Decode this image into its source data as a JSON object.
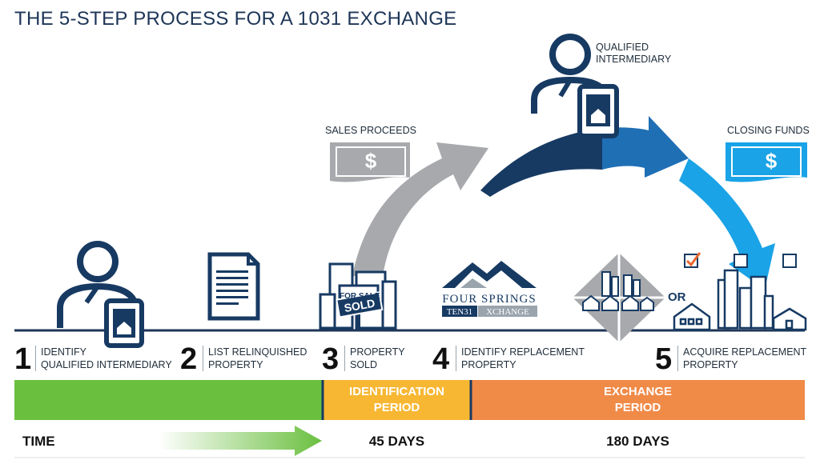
{
  "title": "THE 5-STEP PROCESS FOR A 1031 EXCHANGE",
  "labels": {
    "qualified_intermediary": "QUALIFIED\nINTERMEDIARY",
    "sales_proceeds": "SALES PROCEEDS",
    "closing_funds": "CLOSING FUNDS",
    "or": "OR",
    "sign_for_sale": "FOR SALE",
    "sign_sold": "SOLD",
    "dollar": "$"
  },
  "logo": {
    "line1": "FOUR SPRINGS",
    "line2a": "TEN31",
    "line2b": "XCHANGE"
  },
  "steps": [
    {
      "num": "1",
      "text": "IDENTIFY\nQUALIFIED INTERMEDIARY"
    },
    {
      "num": "2",
      "text": "LIST RELINQUISHED\nPROPERTY"
    },
    {
      "num": "3",
      "text": "PROPERTY\nSOLD"
    },
    {
      "num": "4",
      "text": "IDENTIFY REPLACEMENT\nPROPERTY"
    },
    {
      "num": "5",
      "text": "ACQUIRE REPLACEMENT\nPROPERTY"
    }
  ],
  "periods": {
    "identification": "IDENTIFICATION\nPERIOD",
    "exchange": "EXCHANGE\nPERIOD"
  },
  "timeline": {
    "time_label": "TIME",
    "days_45": "45 DAYS",
    "days_180": "180 DAYS"
  },
  "colors": {
    "navy": "#173a63",
    "mid_blue": "#1f6fb5",
    "light_blue": "#1aa3e6",
    "gray_arrow": "#a7a9ac",
    "green": "#6abf3f",
    "yellow": "#f7b733",
    "orange": "#f08a47",
    "check": "#e8662c"
  }
}
